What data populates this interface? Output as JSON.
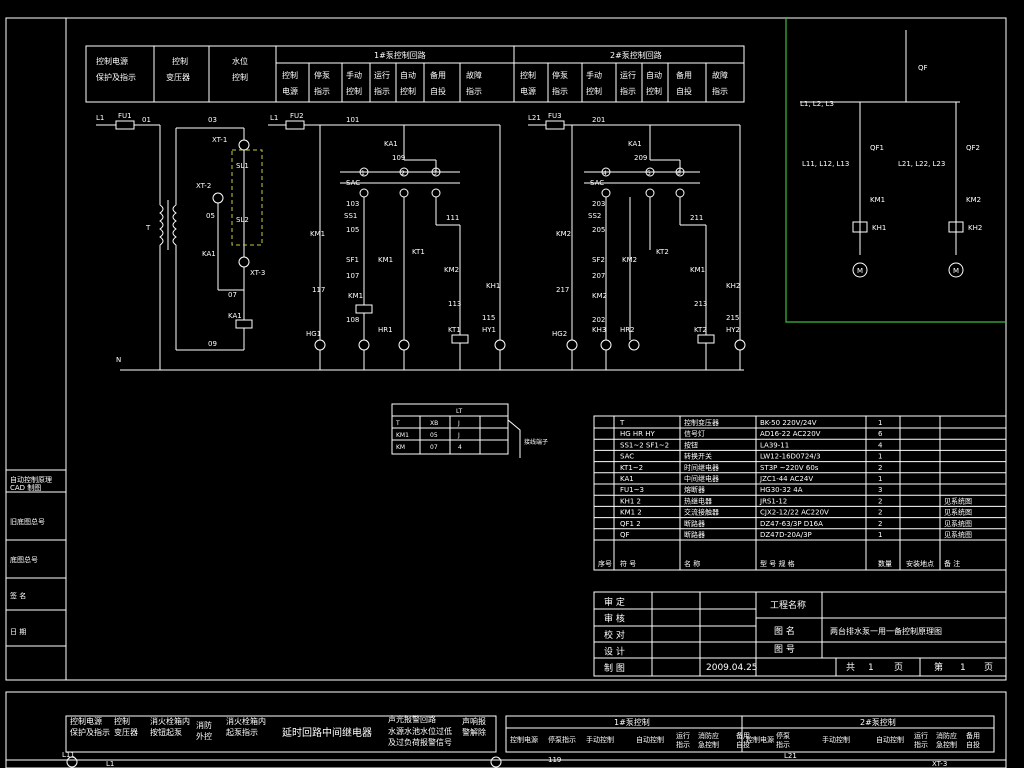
{
  "header": {
    "col_power_protect": [
      "控制电源",
      "保护及指示"
    ],
    "col_transformer": [
      "控制",
      "变压器"
    ],
    "col_level": [
      "水位",
      "控制"
    ],
    "pump1_title": "1#泵控制回路",
    "pump2_title": "2#泵控制回路",
    "pump1_cells": [
      [
        "控制",
        "电源"
      ],
      [
        "停泵",
        "指示"
      ],
      [
        "手动",
        "控制"
      ],
      [
        "运行",
        "指示"
      ],
      [
        "自动",
        "控制"
      ],
      [
        "备用",
        "自投"
      ],
      [
        "故障",
        "指示"
      ]
    ],
    "pump2_cells": [
      [
        "控制",
        "电源"
      ],
      [
        "停泵",
        "指示"
      ],
      [
        "手动",
        "控制"
      ],
      [
        "运行",
        "指示"
      ],
      [
        "自动",
        "控制"
      ],
      [
        "备用",
        "自投"
      ],
      [
        "故障",
        "指示"
      ]
    ]
  },
  "circuit_labels": {
    "L1": "L1",
    "FU1": "FU1",
    "n01": "01",
    "n03": "03",
    "XT1": "XT-1",
    "XT2": "XT-2",
    "XT3": "XT-3",
    "SL1": "SL1",
    "SL2": "SL2",
    "n05": "05",
    "T": "T",
    "KA1a": "KA1",
    "n07": "07",
    "KA1b": "KA1",
    "n09": "09",
    "N": "N",
    "L1b": "L1",
    "FU2": "FU2",
    "n101": "101",
    "KA1c": "KA1",
    "n109": "109",
    "SAC1": "SAC",
    "KM1a": "KM1",
    "n103": "103",
    "SS1": "SS1",
    "n105": "105",
    "SF1": "SF1",
    "n107": "107",
    "KM1b": "KM1",
    "KT1a": "KT1",
    "n117": "117",
    "KM1c": "KM1",
    "n108": "108",
    "HG1": "HG1",
    "HR1": "HR1",
    "n111": "111",
    "KM2a": "KM2",
    "n113": "113",
    "KT1b": "KT1",
    "KH1": "KH1",
    "n115": "115",
    "HY1": "HY1",
    "L21": "L21",
    "FU3": "FU3",
    "n201": "201",
    "KA1d": "KA1",
    "n209": "209",
    "SAC2": "SAC",
    "KM2b": "KM2",
    "n203": "203",
    "SS2": "SS2",
    "n205": "205",
    "SF2": "SF2",
    "n207": "207",
    "KM2c": "KM2",
    "KT2a": "KT2",
    "n217": "217",
    "KM2d": "KM2",
    "n202": "202",
    "HG2": "HG2",
    "HR2": "HR2",
    "n211": "211",
    "KM1d": "KM1",
    "n213": "213",
    "KT2b": "KT2",
    "KH2": "KH2",
    "n215": "215",
    "HY2": "HY2",
    "KH3": "KH3",
    "switch_nums": [
      "1",
      "2",
      "3",
      "4",
      "5",
      "6"
    ]
  },
  "main_circuit": {
    "QF": "QF",
    "L123": "L1, L2, L3",
    "L123a": "L11, L12, L13",
    "L123b": "L21, L22, L23",
    "QF1": "QF1",
    "QF2": "QF2",
    "KM1": "KM1",
    "KM2": "KM2",
    "KH1": "KH1",
    "KH2": "KH2",
    "M1": "M",
    "M2": "M"
  },
  "level_table": {
    "header": "LT",
    "rows": [
      [
        "T",
        "XB",
        "J"
      ],
      [
        "KM1",
        "05",
        "J"
      ],
      [
        "KM",
        "07",
        "4"
      ]
    ],
    "side_note": "接线端子"
  },
  "parts_table": {
    "rows": [
      [
        "",
        "T",
        "控制变压器",
        "BK-50  220V/24V",
        "1",
        "",
        ""
      ],
      [
        "",
        "HG HR HY",
        "信号灯",
        "AD16-22  AC220V",
        "6",
        "",
        ""
      ],
      [
        "",
        "SS1~2 SF1~2",
        "按钮",
        "LA39-11",
        "4",
        "",
        ""
      ],
      [
        "",
        "SAC",
        "转换开关",
        "LW12-16D0724/3",
        "1",
        "",
        ""
      ],
      [
        "",
        "KT1~2",
        "时间继电器",
        "ST3P  ~220V  60s",
        "2",
        "",
        ""
      ],
      [
        "",
        "KA1",
        "中间继电器",
        "JZC1-44  AC24V",
        "1",
        "",
        ""
      ],
      [
        "",
        "FU1~3",
        "熔断器",
        "HG30-32  4A",
        "3",
        "",
        ""
      ],
      [
        "",
        "KH1  2",
        "热继电器",
        "JRS1-12",
        "2",
        "",
        "见系统图"
      ],
      [
        "",
        "KM1  2",
        "交流接触器",
        "CJX2-12/22  AC220V",
        "2",
        "",
        "见系统图"
      ],
      [
        "",
        "QF1  2",
        "断路器",
        "DZ47-63/3P  D16A",
        "2",
        "",
        "见系统图"
      ],
      [
        "",
        "QF",
        "断路器",
        "DZ47D-20A/3P",
        "1",
        "",
        "见系统图"
      ]
    ],
    "footer": [
      "序号",
      "符    号",
      "名    称",
      "型  号  规  格",
      "数量",
      "安装地点",
      "备  注"
    ]
  },
  "title_block": {
    "labels": [
      "审  定",
      "审  核",
      "校  对",
      "设  计",
      "制  图"
    ],
    "project_label": "工程名称",
    "drawing_name_label": "图    名",
    "drawing_name": "两台排水泵一用一备控制原理图",
    "drawing_no_label": "图    号",
    "date": "2009.04.25",
    "total_label": "共",
    "total_pages": "1",
    "page_unit": "页",
    "page_label": "第",
    "page_num": "1",
    "page_unit2": "页"
  },
  "left_sidebar": [
    "自动控制原理",
    "CAD 制图",
    "旧底图总号",
    "底图总号",
    "签   名",
    "日   期"
  ],
  "bottom_sheet": {
    "cells": [
      "控制电源\n保护及指示",
      "控制\n变压器",
      "消火栓箱内\n按钮起泵",
      "消防\n外控",
      "消火栓箱内\n起泵指示",
      "延时回路中间继电器",
      "声光报警回路",
      "水源水池水位过低\n及过负荷报警信号",
      "声响报\n警解除"
    ],
    "pump1": "1#泵控制",
    "pump2": "2#泵控制",
    "pump_cells": [
      "控制电源",
      "停泵指示",
      "手动控制",
      "自动控制",
      "运行\n指示",
      "消防应\n急控制",
      "备用\n自投"
    ],
    "pump2_cells": [
      "控制电源",
      "停泵\n指示",
      "手动控制",
      "自动控制",
      "运行\n指示",
      "消防应\n急控制",
      "备用\n自投"
    ],
    "wire_labels": [
      "L11",
      "L1",
      "119",
      "L21",
      "XT-3"
    ]
  }
}
